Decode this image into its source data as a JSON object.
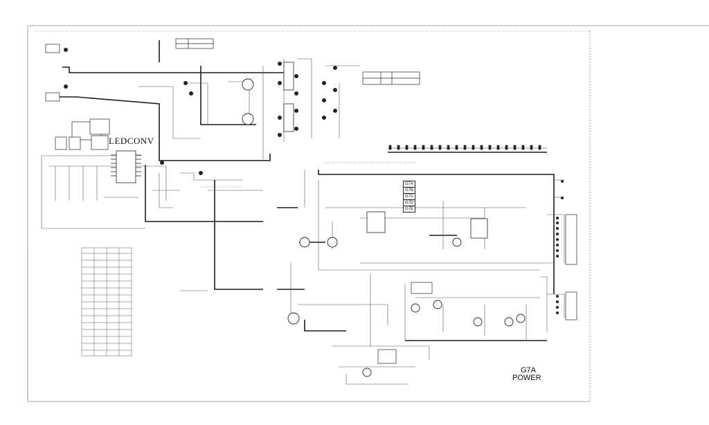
{
  "schematic": {
    "block_title": "LEDCONV",
    "board_name": "G7A",
    "board_function": "POWER",
    "connector_tags": [
      "G7A",
      "G7B",
      "G7C",
      "G7D",
      "G7E"
    ]
  },
  "colors": {
    "background": "#ffffff",
    "wire": "#1a1a1a",
    "thin_wire": "#555555",
    "border": "#888888"
  }
}
